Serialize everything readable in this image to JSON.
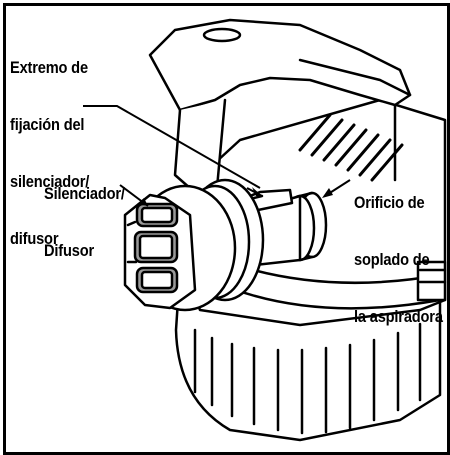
{
  "labels": {
    "end_lines": [
      "Extremo de",
      "fijación del",
      "silenciador/",
      "difusor"
    ],
    "muffler_lines": [
      "Silenciador/",
      "Difusor"
    ],
    "port_lines": [
      "Orificio de",
      "soplado de",
      "la aspiradora"
    ]
  },
  "colors": {
    "line": "#000000",
    "fill": "#ffffff",
    "shade": "#9a9a9a"
  }
}
